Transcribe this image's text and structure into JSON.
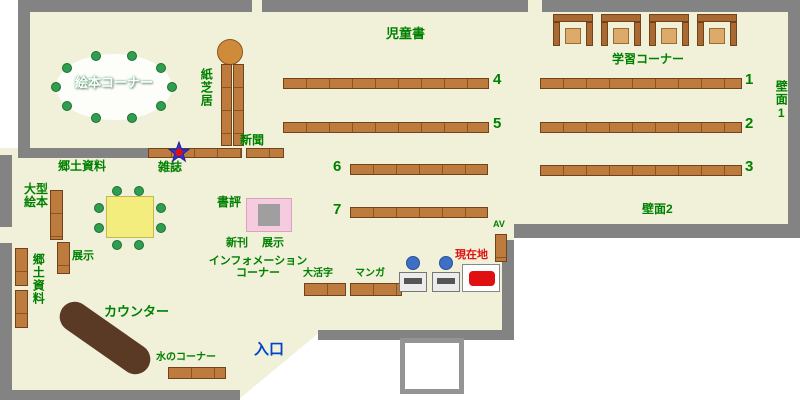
{
  "colors": {
    "floor": "#f1f1da",
    "wall": "#838383",
    "shelf_brown": "#bd7b3d",
    "label_green": "#008000",
    "entrance_blue": "#0044cc",
    "current_location_red": "#e01010",
    "counter_brown": "#5a3a24",
    "table_yellow": "#f3ed7d",
    "chair_green": "#2f9e4e",
    "display_pink": "#f7cbdf",
    "star_blue": "#3333cc"
  },
  "labels": {
    "picture_book_corner": "絵本コーナー",
    "kamishibai": "紙芝居",
    "newspaper": "新聞",
    "local_materials_top": "郷土資料",
    "magazines": "雑誌",
    "children_books": "児童書",
    "study_corner": "学習コーナー",
    "wall_face_1": "壁面1",
    "wall_face_2": "壁面2",
    "large_picture_books": "大型絵本",
    "exhibit_left": "展示",
    "local_materials_left": "郷土資料",
    "book_review": "書評",
    "new_arrivals": "新刊",
    "exhibit_center": "展示",
    "information_line1": "インフォメーション",
    "information_line2": "コーナー",
    "large_print": "大活字",
    "manga": "マンガ",
    "current_location": "現在地",
    "counter": "カウンター",
    "water_corner": "水のコーナー",
    "entrance": "入口",
    "av": "AV"
  },
  "shelf_numbers": {
    "s1": "1",
    "s2": "2",
    "s3": "3",
    "s4": "4",
    "s5": "5",
    "s6": "6",
    "s7": "7"
  }
}
